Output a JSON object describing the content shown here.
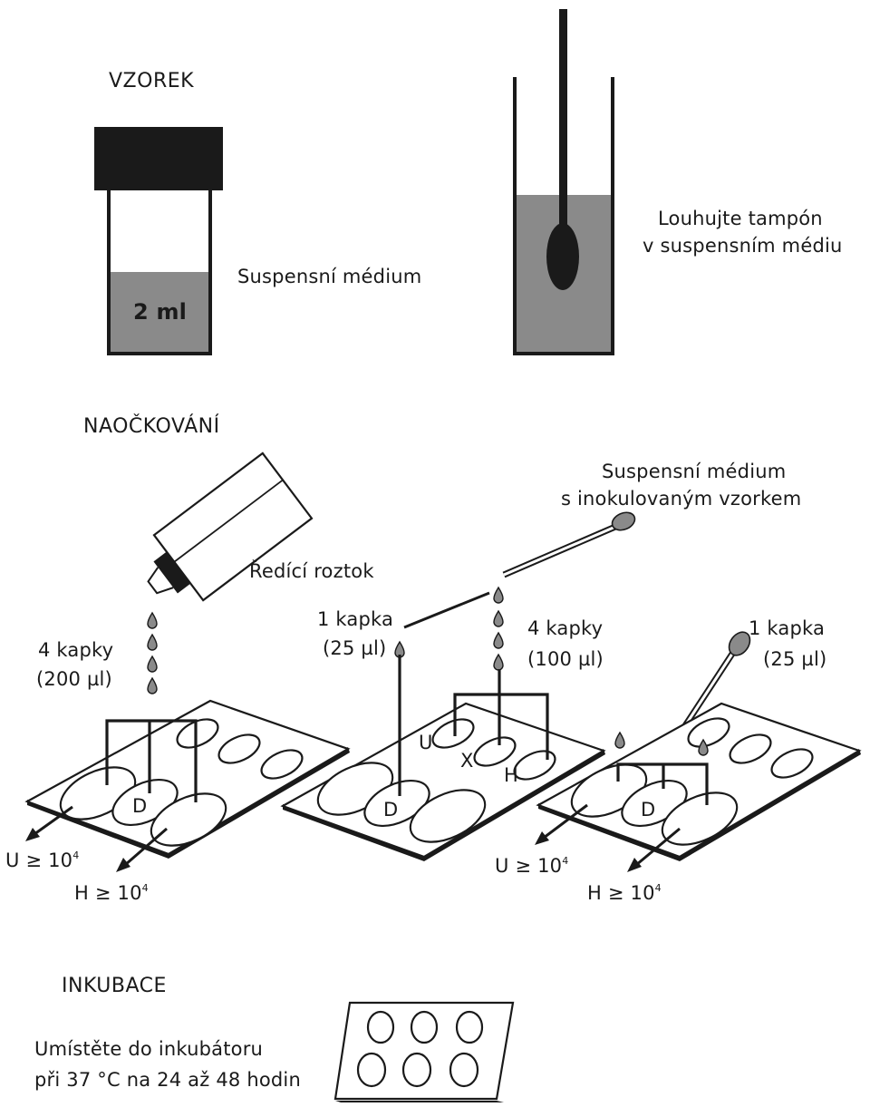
{
  "sections": {
    "sample": "VZOREK",
    "inoculation": "NAOČKOVÁNÍ",
    "incubation": "INKUBACE"
  },
  "sample": {
    "vial_volume": "2 ml",
    "medium_label": "Suspensní médium",
    "swab_line1": "Louhujte tampón",
    "swab_line2": "v suspensním médiu"
  },
  "inoculation": {
    "diluent_label": "Ředící roztok",
    "inoculated_line1": "Suspensní médium",
    "inoculated_line2": "s inokulovaným vzorkem",
    "left": {
      "drops_line1": "4 kapky",
      "drops_line2": "(200 µl)",
      "well_d": "D",
      "result_u": "U ≥ 10",
      "result_h": "H ≥ 10",
      "exponent": "4"
    },
    "middle": {
      "one_drop_line1": "1 kapka",
      "one_drop_line2": "(25 µl)",
      "four_drops_line1": "4 kapky",
      "four_drops_line2": "(100 µl)",
      "well_u": "U",
      "well_x": "X",
      "well_h": "H",
      "well_d": "D"
    },
    "right": {
      "drop_line1": "1 kapka",
      "drop_line2": "(25 µl)",
      "well_d": "D",
      "result_u": "U ≥ 10",
      "result_h": "H ≥ 10",
      "exponent": "4"
    }
  },
  "incubation": {
    "line1": "Umístěte do inkubátoru",
    "line2": "při 37 °C na 24 až 48 hodin"
  },
  "colors": {
    "ink": "#1a1a1a",
    "medium_gray": "#8a8a8a",
    "background": "#ffffff"
  }
}
